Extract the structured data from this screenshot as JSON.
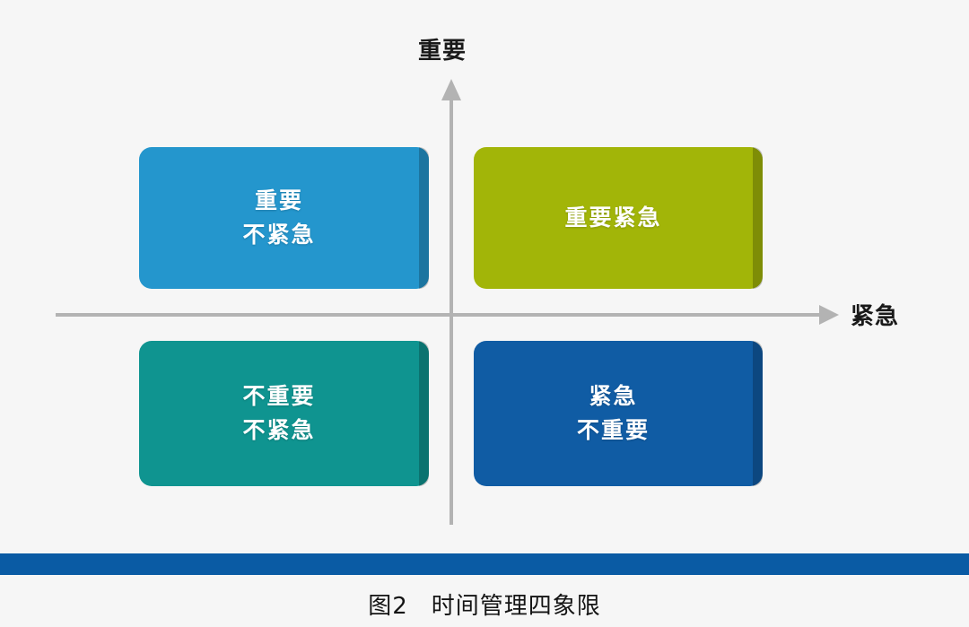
{
  "figure": {
    "type": "quadrant-matrix",
    "axes": {
      "y_label": "重要",
      "x_label": "紧急",
      "y_arrow_icon": "arrow-up-icon",
      "x_arrow_icon": "arrow-right-icon",
      "axis_color": "#b3b3b3"
    },
    "quadrants": [
      {
        "id": "important-not-urgent",
        "position": "top-left",
        "lines": [
          "重要",
          "不紧急"
        ],
        "color": "#2496cd"
      },
      {
        "id": "important-urgent",
        "position": "top-right",
        "lines": [
          "重要紧急"
        ],
        "color": "#a2b508"
      },
      {
        "id": "not-important-not-urgent",
        "position": "bottom-left",
        "lines": [
          "不重要",
          "不紧急"
        ],
        "color": "#0f9490"
      },
      {
        "id": "urgent-not-important",
        "position": "bottom-right",
        "lines": [
          "紧急",
          "不重要"
        ],
        "color": "#105ca4"
      }
    ],
    "rule_color": "#0a5ba4",
    "background_color": "#f6f6f6"
  },
  "caption": {
    "number": "图2",
    "title": "时间管理四象限"
  }
}
